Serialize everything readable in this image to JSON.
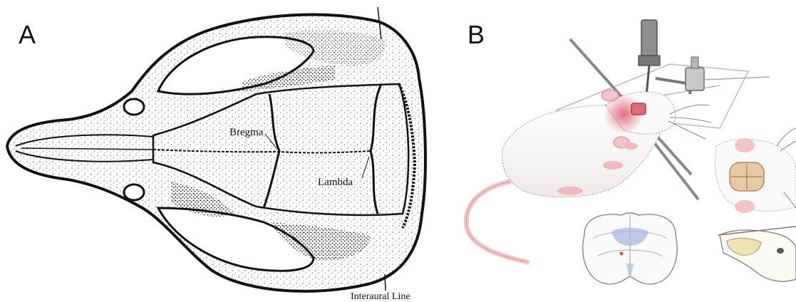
{
  "panels": [
    {
      "letter": "A",
      "labels": {
        "bregma": "Bregma",
        "lambda": "Lambda",
        "interaural_line": "Interaural Line"
      }
    },
    {
      "letter": "B"
    }
  ],
  "colors": {
    "ink": "#111111",
    "rat_fur": "#f7f5f5",
    "rat_pink": "#f3b5bf",
    "tail": "#f2c8cd",
    "injection": "#d94a5a",
    "skull_window": "#e9c8a6",
    "brain_highlight": "#a9b8e0",
    "sagittal": "#efe2b4"
  }
}
